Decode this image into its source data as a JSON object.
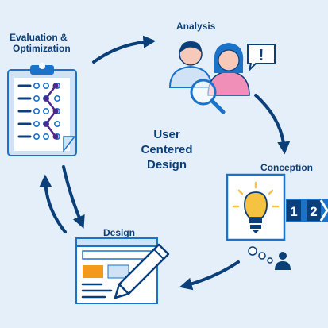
{
  "center": {
    "line1": "User",
    "line2": "Centered",
    "line3": "Design"
  },
  "stages": {
    "evaluation": {
      "line1": "Evaluation &",
      "line2": "Optimization"
    },
    "analysis": {
      "label": "Analysis",
      "alert_symbol": "!"
    },
    "conception": {
      "label": "Conception",
      "step1": "1",
      "step2": "2"
    },
    "design": {
      "label": "Design"
    }
  },
  "colors": {
    "background": "#e4effa",
    "navy": "#0b3f7a",
    "accent_blue": "#1a73c8",
    "panel_blue": "#cfe2f6",
    "orange": "#f39a1d",
    "bulb_yellow": "#f5c242",
    "face_skin": "#f7c9b8",
    "pink": "#f08fb8"
  },
  "icons": [
    "clipboard-icon",
    "people-icon",
    "magnifier-icon",
    "speech-bubble-icon",
    "lightbulb-icon",
    "thought-bubble-icon",
    "person-icon",
    "layout-sketch-icon",
    "pencil-icon",
    "cycle-arrow-icon"
  ]
}
